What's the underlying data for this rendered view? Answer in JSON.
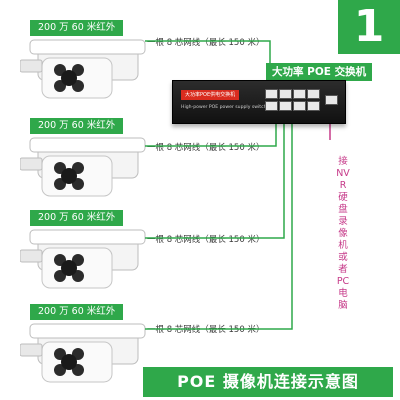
{
  "badge_number": "1",
  "camera_tag": "200 万 60 米红外",
  "cable_label": "一根 8 芯网线（最长 150 米）",
  "cameras": [
    {
      "tag": "200 万 60 米红外",
      "cable": "一根 8 芯网线（最长 150 米）"
    },
    {
      "tag": "200 万 60 米红外",
      "cable": "一根 8 芯网线（最长 150 米）"
    },
    {
      "tag": "200 万 60 米红外",
      "cable": "一根 8 芯网线（最长 150 米）"
    },
    {
      "tag": "200 万 60 米红外",
      "cable": "一根 8 芯网线（最长 150 米）"
    }
  ],
  "switch_label": "大功率 POE 交换机",
  "switch_brand": "大功率POE供电交换机",
  "switch_model": "High-power POE power supply switch",
  "nvr_label": "接NVR硬盘录像机或者PC电脑",
  "bottom_title": "POE 摄像机连接示意图",
  "colors": {
    "green": "#2fa84a",
    "line": "#2fa84a",
    "magenta": "#c63a89"
  }
}
